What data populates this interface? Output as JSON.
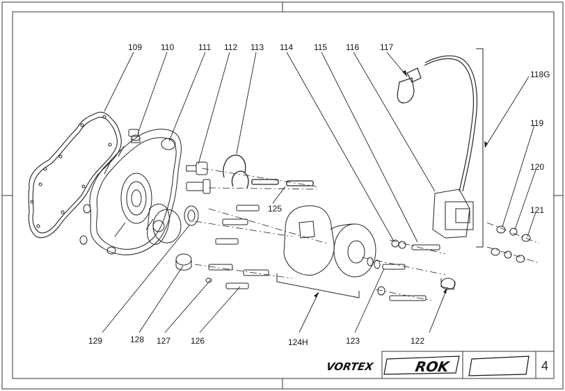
{
  "diagram": {
    "callouts": [
      {
        "id": "109",
        "label": "109"
      },
      {
        "id": "110",
        "label": "110"
      },
      {
        "id": "111",
        "label": "111"
      },
      {
        "id": "112",
        "label": "112"
      },
      {
        "id": "113",
        "label": "113"
      },
      {
        "id": "114",
        "label": "114"
      },
      {
        "id": "115",
        "label": "115"
      },
      {
        "id": "116",
        "label": "116"
      },
      {
        "id": "117",
        "label": "117"
      },
      {
        "id": "118G",
        "label": "118G"
      },
      {
        "id": "119",
        "label": "119"
      },
      {
        "id": "120",
        "label": "120"
      },
      {
        "id": "121",
        "label": "121"
      },
      {
        "id": "122",
        "label": "122"
      },
      {
        "id": "123",
        "label": "123"
      },
      {
        "id": "124H",
        "label": "124H"
      },
      {
        "id": "125",
        "label": "125"
      },
      {
        "id": "126",
        "label": "126"
      },
      {
        "id": "127",
        "label": "127"
      },
      {
        "id": "128",
        "label": "128"
      },
      {
        "id": "129",
        "label": "129"
      }
    ]
  },
  "title_block": {
    "logo_vortex": "VORTEX",
    "logo_rok": "ROK",
    "page_number": "4"
  },
  "colors": {
    "line": "#111111",
    "background": "#ffffff"
  }
}
